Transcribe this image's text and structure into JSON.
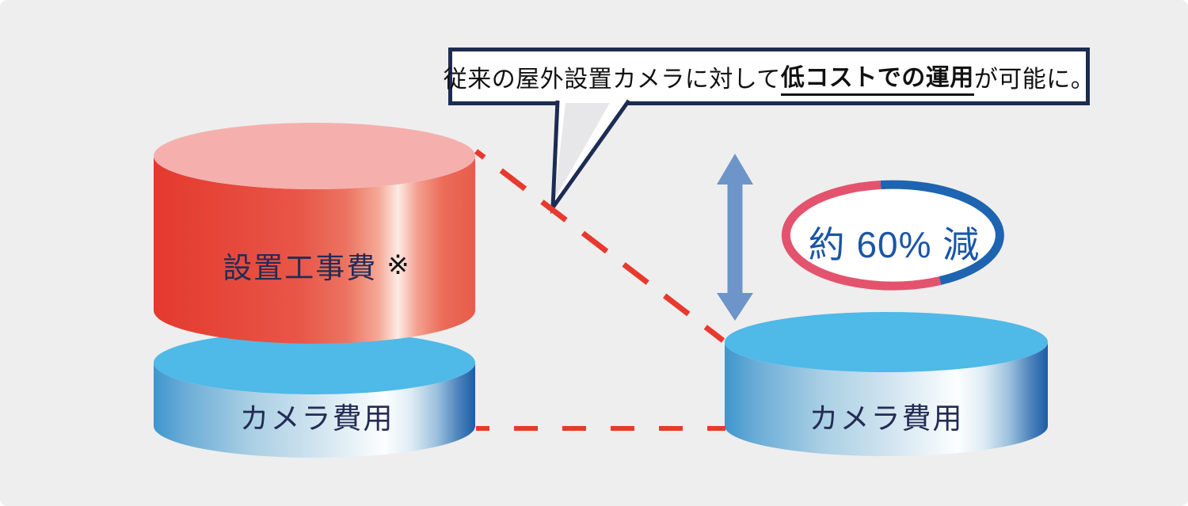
{
  "callout": {
    "prefix": "従来の屋外設置カメラに対して",
    "highlight": "低コストでの運用",
    "suffix": "が可能に。"
  },
  "left_stack": {
    "installation_label": "設置工事費",
    "installation_note_mark": "※",
    "camera_label": "カメラ費用"
  },
  "right_stack": {
    "camera_label": "カメラ費用"
  },
  "badge": {
    "text": "約 60% 減"
  },
  "comparison": {
    "before_segments": [
      "設置工事費 ※",
      "カメラ費用"
    ],
    "after_segments": [
      "カメラ費用"
    ],
    "reduction": "約 60% 減"
  },
  "colors": {
    "background": "#eeeeee",
    "red_cylinder_side": "#e4392e",
    "red_cylinder_top": "#f5b0ad",
    "blue_cylinder_top": "#4fb9e8",
    "blue_cylinder_side_dark": "#1d5da6",
    "blue_cylinder_side_light": "#fcfeff",
    "dashed_line": "#e8392e",
    "arrow": "#6d95c9",
    "badge_border_red": "#e4536d",
    "badge_border_blue": "#1e64b0",
    "badge_text": "#1a56a8",
    "callout_border": "#1c2c52",
    "callout_text": "#111111",
    "cylinder_label_text": "#242c55"
  }
}
